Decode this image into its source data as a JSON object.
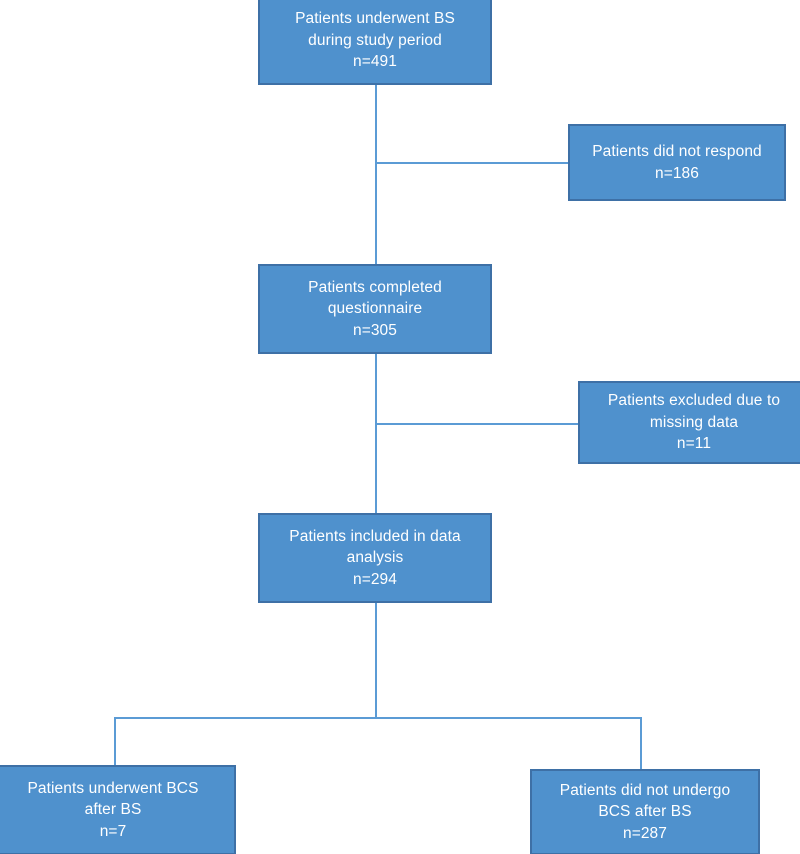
{
  "figure": {
    "type": "flowchart",
    "orientation": "top-to-bottom",
    "style": {
      "node_fill": "#4F91CD",
      "node_border": "#3E70A6",
      "node_text": "#FFFFFF",
      "connector": "#5B9BD5",
      "background": "#FFFFFF"
    }
  },
  "nodes": {
    "underwent_bs": {
      "id": "underwent-bs",
      "line1": "Patients underwent BS",
      "line2": "during study period",
      "count_label": "n=491",
      "count": 491
    },
    "did_not_respond": {
      "id": "did-not-respond",
      "line1": "Patients did not respond",
      "line2": "",
      "count_label": "n=186",
      "count": 186
    },
    "completed_questionnaire": {
      "id": "completed-questionnaire",
      "line1": "Patients completed",
      "line2": "questionnaire",
      "count_label": "n=305",
      "count": 305
    },
    "excluded_missing_data": {
      "id": "excluded-missing-data",
      "line1": "Patients excluded due to",
      "line2": "missing data",
      "count_label": "n=11",
      "count": 11
    },
    "included_in_analysis": {
      "id": "included-in-analysis",
      "line1": "Patients included in data",
      "line2": "analysis",
      "count_label": "n=294",
      "count": 294
    },
    "underwent_bcs": {
      "id": "underwent-bcs",
      "line1": "Patients underwent BCS",
      "line2": "after BS",
      "count_label": "n=7",
      "count": 7
    },
    "did_not_undergo_bcs": {
      "id": "did-not-undergo-bcs",
      "line1": "Patients did not undergo",
      "line2": "BCS after BS",
      "count_label": "n=287",
      "count": 287
    }
  },
  "edges": [
    {
      "from": "underwent_bs",
      "to": "did_not_respond",
      "kind": "exclusion-branch"
    },
    {
      "from": "underwent_bs",
      "to": "completed_questionnaire",
      "kind": "main-spine"
    },
    {
      "from": "completed_questionnaire",
      "to": "excluded_missing_data",
      "kind": "exclusion-branch"
    },
    {
      "from": "completed_questionnaire",
      "to": "included_in_analysis",
      "kind": "main-spine"
    },
    {
      "from": "included_in_analysis",
      "to": "underwent_bcs",
      "kind": "split-left"
    },
    {
      "from": "included_in_analysis",
      "to": "did_not_undergo_bcs",
      "kind": "split-right"
    }
  ]
}
